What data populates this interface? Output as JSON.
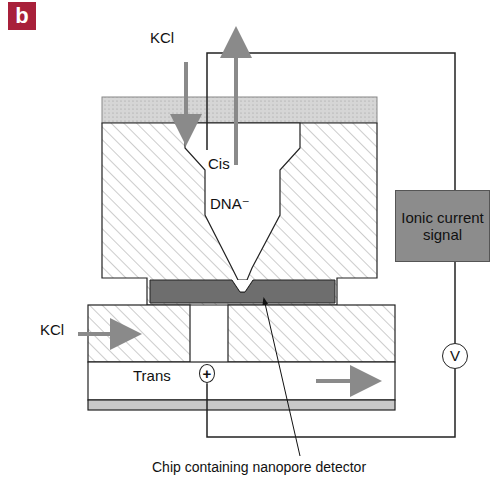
{
  "diagram": {
    "nodes": [
      {
        "text": [
          "b"
        ]
      },
      {
        "text": [
          "Ionic current signal"
        ]
      },
      {
        "text": [
          "V"
        ]
      },
      {
        "text": [
          "+"
        ]
      }
    ],
    "edges": [
      {
        "from": 1,
        "to": 2,
        "arrow": "none"
      },
      {
        "from": 2,
        "to": 3,
        "arrow": "none"
      }
    ],
    "labels": [
      "KCl",
      "Cis",
      "DNA⁻",
      "KCl",
      "Trans",
      "Chip containing nanopore detector"
    ]
  }
}
